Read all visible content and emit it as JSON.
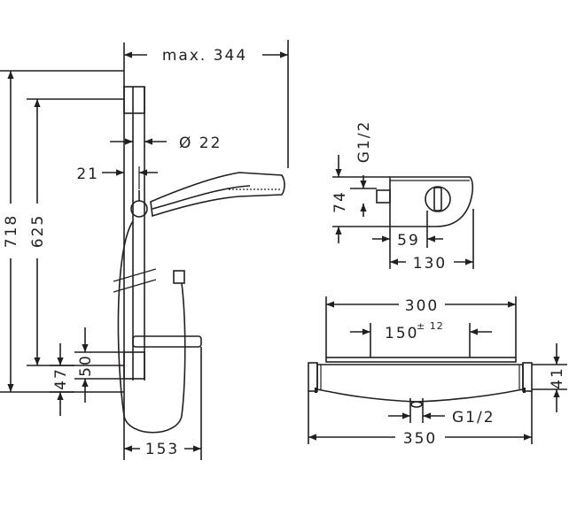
{
  "dimensions": {
    "max_344": "max. 344",
    "diameter_22": "Ø 22",
    "d21": "21",
    "d718": "718",
    "d625": "625",
    "d50": "50",
    "d47": "47",
    "d153": "153",
    "g12_top": "G1/2",
    "d74": "74",
    "d59": "59",
    "d130": "130",
    "d300": "300",
    "d150": "150",
    "d150_tol": "± 12",
    "d41": "41",
    "g12_bottom": "G1/2",
    "d350": "350"
  },
  "colors": {
    "line": "#231f20",
    "background": "#ffffff"
  }
}
